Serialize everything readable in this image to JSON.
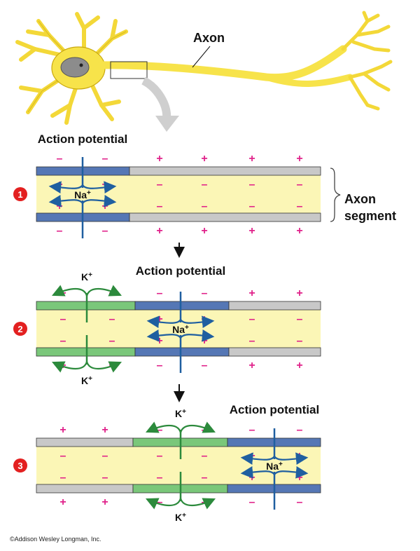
{
  "labels": {
    "axon": "Axon",
    "action_potential": "Action potential",
    "axon_segment_line1": "Axon",
    "axon_segment_line2": "segment",
    "na": "Na",
    "k": "K",
    "ion_charge": "+",
    "copyright": "©Addison Wesley Longman, Inc."
  },
  "steps": [
    "1",
    "2",
    "3"
  ],
  "colors": {
    "neuron": "#f7e34a",
    "neuron_outline": "#b89a10",
    "nucleus": "#8c8c8c",
    "axon_interior": "#fbf6b6",
    "membrane_resting": "#c8c8c8",
    "membrane_depolarized": "#5577b5",
    "membrane_repolarizing": "#7ac77a",
    "na_arrow": "#1f5fa0",
    "k_arrow": "#2c8a3c",
    "charge": "#e0218a",
    "step_badge": "#e32020"
  }
}
